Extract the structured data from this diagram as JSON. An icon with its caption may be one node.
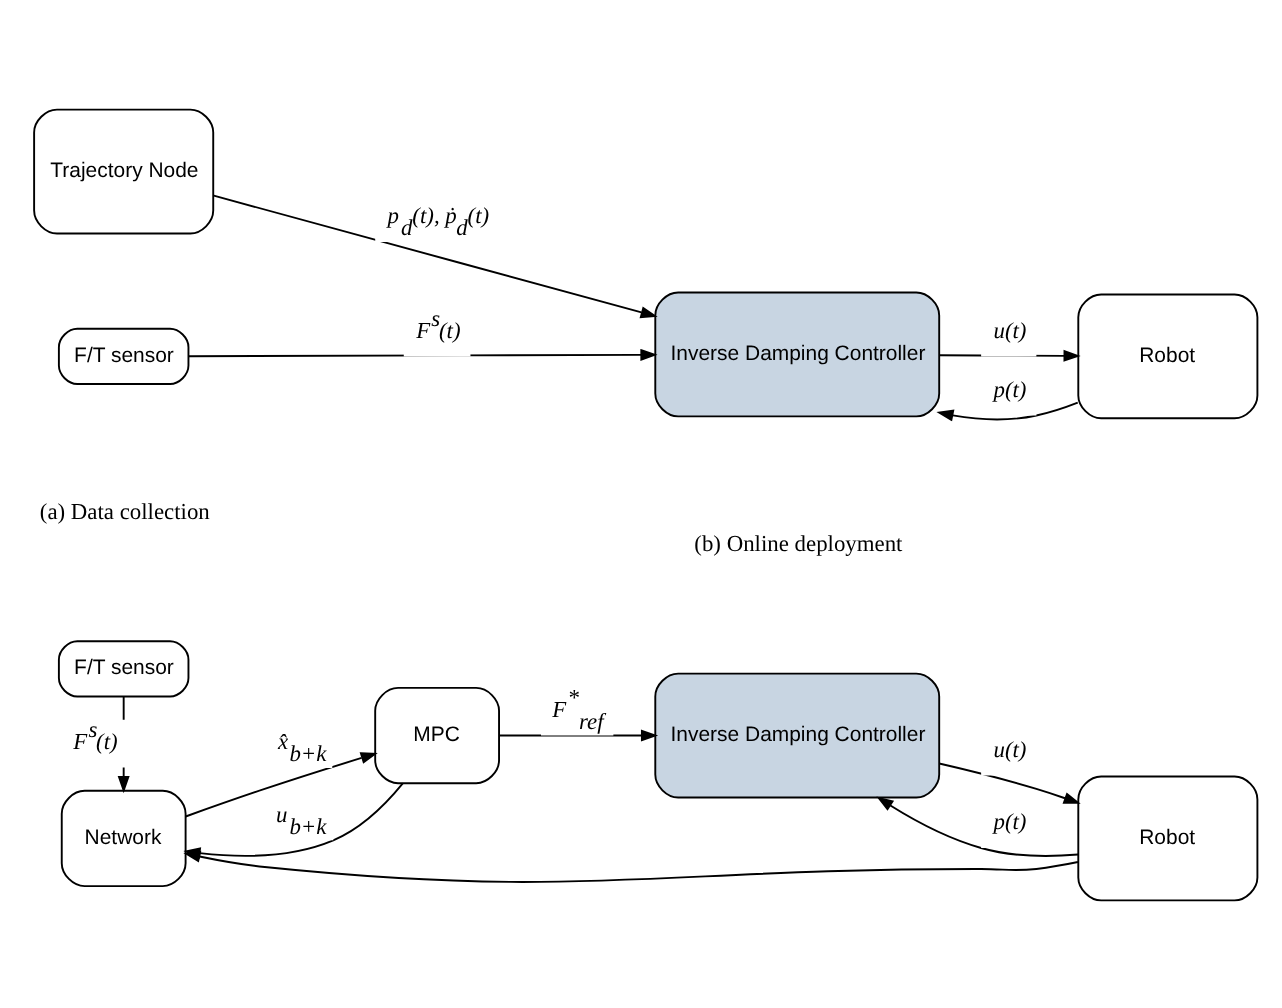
{
  "diagram": {
    "nodes": [
      {
        "text": [
          "Trajectory Node"
        ]
      },
      {
        "text": [
          "Inverse Damping Controller"
        ]
      },
      {
        "text": [
          "Robot"
        ]
      },
      {
        "text": [
          "F/T sensor"
        ]
      },
      {
        "text": [
          "F/T sensor"
        ]
      },
      {
        "text": [
          "Network"
        ]
      },
      {
        "text": [
          "MPC"
        ]
      },
      {
        "text": [
          "Inverse Damping Controller"
        ]
      },
      {
        "text": [
          "Robot"
        ]
      }
    ],
    "edges": [
      {
        "from": 0,
        "to": 1,
        "arrow": "to",
        "label": "p$_{d}$(t), ṗ$_{d}$(t)"
      },
      {
        "from": 3,
        "to": 1,
        "arrow": "to",
        "label": "F$^{s}$(t)"
      },
      {
        "from": 1,
        "to": 2,
        "arrow": "to",
        "label": "u(t)"
      },
      {
        "from": 2,
        "to": 1,
        "arrow": "to",
        "label": "p(t)"
      },
      {
        "from": 4,
        "to": 5,
        "arrow": "to",
        "label": "F$^{s}$(t)"
      },
      {
        "from": 6,
        "to": 5,
        "arrow": "to",
        "label": "u$_{b+k}$"
      },
      {
        "from": 5,
        "to": 6,
        "arrow": "to",
        "label": "x̂$_{b+k}$"
      },
      {
        "from": 6,
        "to": 7,
        "arrow": "to",
        "label": "F$^{*}$$_{ref}$"
      },
      {
        "from": 7,
        "to": 8,
        "arrow": "to",
        "label": "u(t)"
      },
      {
        "from": 8,
        "to": 7,
        "arrow": "to",
        "label": "p(t)"
      },
      {
        "from": 8,
        "to": 5,
        "arrow": "to"
      }
    ],
    "labels": [
      "(a) Data collection",
      "(b) Online deployment"
    ]
  }
}
